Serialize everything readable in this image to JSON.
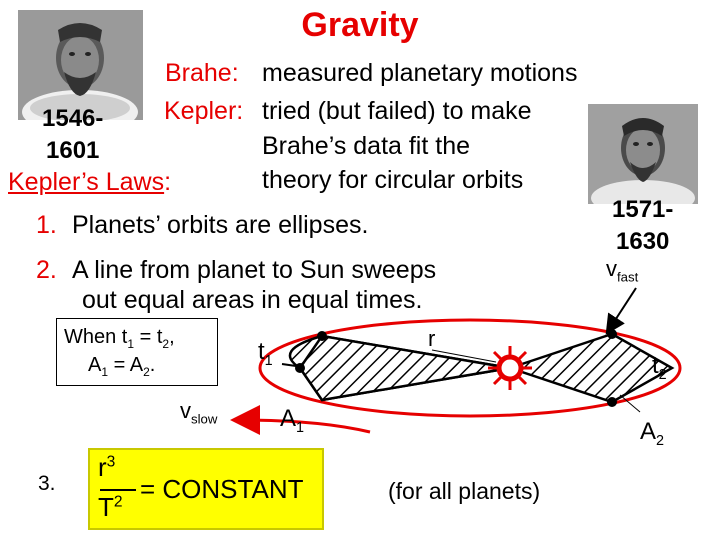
{
  "title": "Gravity",
  "brahe": {
    "years": [
      "1546-",
      "1601"
    ],
    "label": "Brahe:",
    "text": "measured planetary motions"
  },
  "kepler": {
    "label": "Kepler:",
    "lines": [
      "tried (but failed) to make",
      "Brahe’s data fit the",
      "theory for circular orbits"
    ],
    "years": [
      "1571-",
      "1630"
    ]
  },
  "laws": {
    "heading": "Kepler’s Laws",
    "heading_colon": ":",
    "law1_num": "1.",
    "law1": "Planets’ orbits are ellipses.",
    "law2_num": "2.",
    "law2_line1": "A line from planet to Sun sweeps",
    "law2_line2": "out equal areas in equal times.",
    "law3_num": "3."
  },
  "diagram": {
    "condition_line1": "When t",
    "t_sub1": "1",
    "eq": " = t",
    "t_sub2": "2",
    "comma": ",",
    "condition_line2a": "A",
    "a_sub1": "1",
    "eq2": " = A",
    "a_sub2": "2",
    "dot": ".",
    "t1": "t",
    "t1_sub": "1",
    "t2": "t",
    "t2_sub": "2",
    "a1": "A",
    "a1_sub": "1",
    "a2": "A",
    "a2_sub": "2",
    "r": "r",
    "vslow": "v",
    "vslow_sub": "slow",
    "vfast": "v",
    "vfast_sub": "fast"
  },
  "formula": {
    "numerator": "r",
    "num_exp": "3",
    "denominator": "T",
    "den_exp": "2",
    "rhs": "= CONSTANT",
    "note": "(for all planets)"
  },
  "colors": {
    "title": "#e60000",
    "accent": "#e60000",
    "box": "#ffff00"
  }
}
